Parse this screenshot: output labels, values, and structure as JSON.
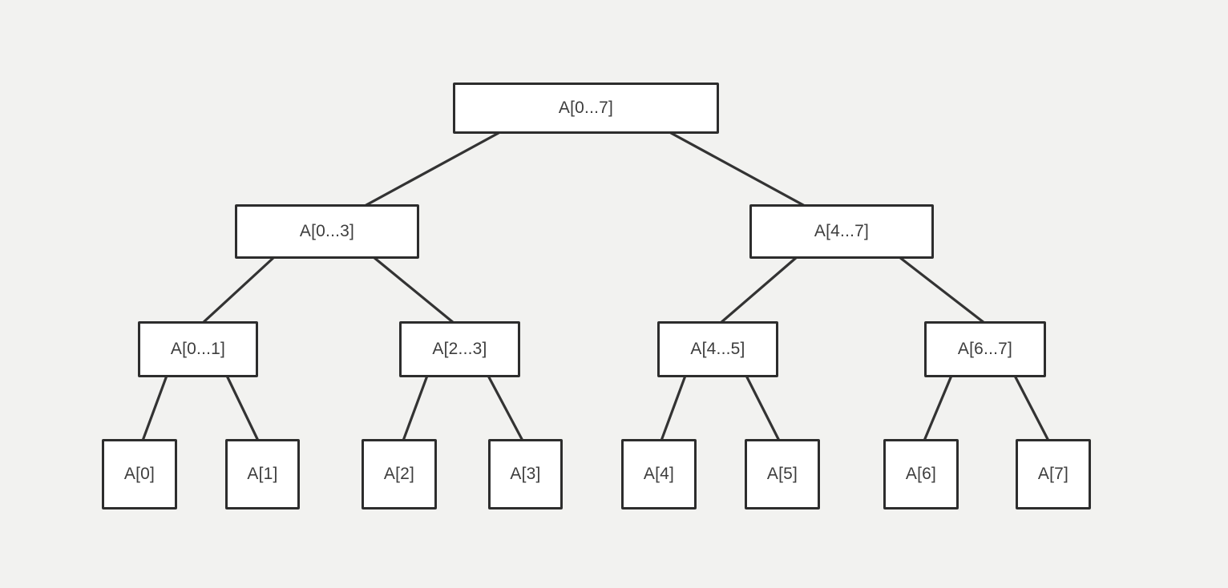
{
  "colors": {
    "background": "#f2f2f0",
    "node_fill": "#ffffff",
    "node_border": "#2d2d2d",
    "text": "#3d3d3d",
    "edge": "#333333"
  },
  "tree": {
    "label": "A[0...7]",
    "children": [
      {
        "label": "A[0...3]",
        "children": [
          {
            "label": "A[0...1]",
            "children": [
              {
                "label": "A[0]"
              },
              {
                "label": "A[1]"
              }
            ]
          },
          {
            "label": "A[2...3]",
            "children": [
              {
                "label": "A[2]"
              },
              {
                "label": "A[3]"
              }
            ]
          }
        ]
      },
      {
        "label": "A[4...7]",
        "children": [
          {
            "label": "A[4...5]",
            "children": [
              {
                "label": "A[4]"
              },
              {
                "label": "A[5]"
              }
            ]
          },
          {
            "label": "A[6...7]",
            "children": [
              {
                "label": "A[6]"
              },
              {
                "label": "A[7]"
              }
            ]
          }
        ]
      }
    ]
  }
}
